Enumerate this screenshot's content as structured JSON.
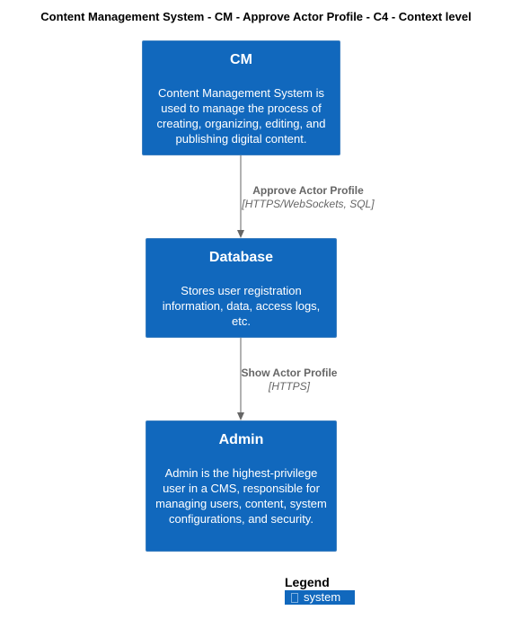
{
  "title": "Content Management System - CM - Approve Actor Profile - C4 - Context level",
  "nodes": {
    "cm": {
      "name": "CM",
      "description": "Content Management System is used to manage the process of creating, organizing, editing, and publishing digital content."
    },
    "database": {
      "name": "Database",
      "description": "Stores user registration information, data, access logs, etc."
    },
    "admin": {
      "name": "Admin",
      "description": "Admin is the highest-privilege user in a CMS, responsible for managing users, content, system configurations, and security."
    }
  },
  "edges": [
    {
      "from": "CM",
      "to": "Database",
      "label": "Approve Actor Profile",
      "technology": "[HTTPS/WebSockets, SQL]"
    },
    {
      "from": "Database",
      "to": "Admin",
      "label": "Show Actor Profile",
      "technology": "[HTTPS]"
    }
  ],
  "legend": {
    "title": "Legend",
    "items": [
      {
        "label": "system",
        "color": "#1168bd"
      }
    ]
  },
  "colors": {
    "system": "#1168bd",
    "edge": "#666666"
  }
}
